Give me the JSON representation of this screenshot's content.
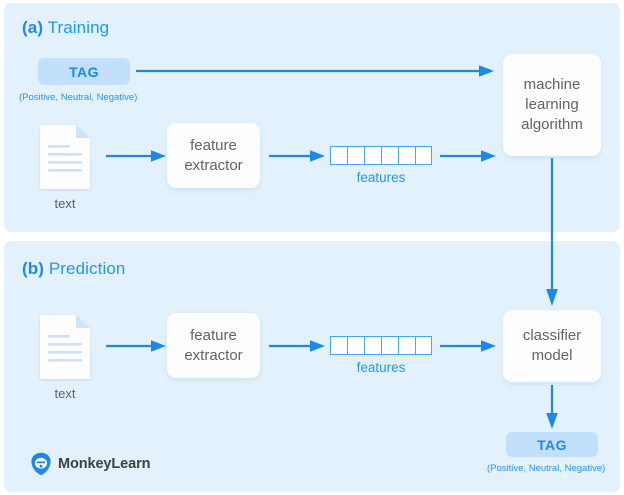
{
  "figure": {
    "title_a": "(a) Training",
    "title_b": "(b) Prediction",
    "letter_a": "(a)",
    "letter_b": "(b)",
    "word_a": "Training",
    "word_b": "Prediction"
  },
  "colors": {
    "panel_bg": "#e3f1fd",
    "accent_blue": "#2196f3",
    "arrow_blue": "#1e88e5",
    "tag_pill_bg": "#c3e0fa",
    "box_bg": "#fdfdfd",
    "box_text": "#5f6368",
    "page_bg": "#ffffff"
  },
  "training": {
    "tag_label": "TAG",
    "tag_caption": "(Positive, Neutral, Negative)",
    "text_label": "text",
    "feature_extractor_label": "feature extractor",
    "feature_extractor_line1": "feature",
    "feature_extractor_line2": "extractor",
    "features_label": "features",
    "features_cells": 6,
    "model_label": "machine learning algorithm",
    "model_line1": "machine",
    "model_line2": "learning",
    "model_line3": "algorithm"
  },
  "prediction": {
    "text_label": "text",
    "feature_extractor_label": "feature extractor",
    "feature_extractor_line1": "feature",
    "feature_extractor_line2": "extractor",
    "features_label": "features",
    "features_cells": 6,
    "model_label": "classifier model",
    "model_line1": "classifier",
    "model_line2": "model",
    "tag_label": "TAG",
    "tag_caption": "(Positive, Neutral, Negative)"
  },
  "brand": {
    "name": "MonkeyLearn",
    "icon": "monkeylearn-logo-icon"
  },
  "icons": {
    "document": "document-icon",
    "arrow_right": "arrow-right-icon",
    "arrow_down": "arrow-down-icon"
  }
}
